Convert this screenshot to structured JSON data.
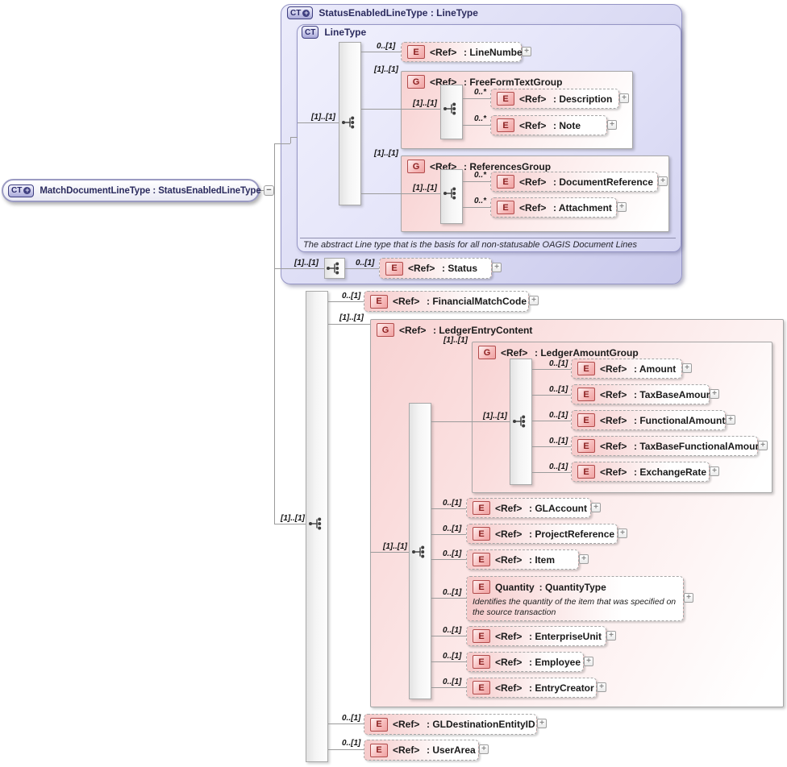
{
  "ui": {
    "plus": "+",
    "minus": "−",
    "ct_plus": "+"
  },
  "colors": {
    "element_fill": "#f6caca",
    "type_fill": "#dbdbf4",
    "element_accent": "#b24b4b",
    "type_accent": "#3f3f80",
    "connector": "#9b9b9b"
  },
  "root": {
    "badge": "CT",
    "label": "MatchDocumentLineType : StatusEnabledLineType"
  },
  "types": {
    "statusEnabledLineType": {
      "badge": "CT",
      "label": "StatusEnabledLineType : LineType"
    },
    "lineType": {
      "badge": "CT",
      "label": "LineType",
      "seq_card": "[1]..[1]",
      "annotation": "The abstract Line type that is the basis for all non-statusable OAGIS Document Lines"
    }
  },
  "compositors": {
    "statusSeq": {
      "card": "[1]..[1]"
    },
    "mainSeq": {
      "card": "[1]..[1]"
    },
    "fftgSeq": {
      "card": "[1]..[1]"
    },
    "refgSeq": {
      "card": "[1]..[1]"
    },
    "lecSeq": {
      "card": "[1]..[1]"
    },
    "lagSeq": {
      "card": "[1]..[1]"
    }
  },
  "nodes": {
    "lineNumber": {
      "card": "0..[1]",
      "badge": "E",
      "ref": "<Ref>",
      "name": ": LineNumber"
    },
    "freeFormTextGroup": {
      "card": "[1]..[1]",
      "badge": "G",
      "ref": "<Ref>",
      "name": ": FreeFormTextGroup"
    },
    "description": {
      "card": "0..*",
      "badge": "E",
      "ref": "<Ref>",
      "name": ": Description"
    },
    "note": {
      "card": "0..*",
      "badge": "E",
      "ref": "<Ref>",
      "name": ": Note"
    },
    "referencesGroup": {
      "card": "[1]..[1]",
      "badge": "G",
      "ref": "<Ref>",
      "name": ": ReferencesGroup"
    },
    "documentReference": {
      "card": "0..*",
      "badge": "E",
      "ref": "<Ref>",
      "name": ": DocumentReference"
    },
    "attachment": {
      "card": "0..*",
      "badge": "E",
      "ref": "<Ref>",
      "name": ": Attachment"
    },
    "status": {
      "card": "0..[1]",
      "badge": "E",
      "ref": "<Ref>",
      "name": ": Status"
    },
    "financialMatchCode": {
      "card": "0..[1]",
      "badge": "E",
      "ref": "<Ref>",
      "name": ": FinancialMatchCode"
    },
    "ledgerEntryContent": {
      "card": "[1]..[1]",
      "badge": "G",
      "ref": "<Ref>",
      "name": ": LedgerEntryContent"
    },
    "ledgerAmountGroup": {
      "card": "[1]..[1]",
      "badge": "G",
      "ref": "<Ref>",
      "name": ": LedgerAmountGroup"
    },
    "amount": {
      "card": "0..[1]",
      "badge": "E",
      "ref": "<Ref>",
      "name": ": Amount"
    },
    "taxBaseAmount": {
      "card": "0..[1]",
      "badge": "E",
      "ref": "<Ref>",
      "name": ": TaxBaseAmount"
    },
    "functionalAmount": {
      "card": "0..[1]",
      "badge": "E",
      "ref": "<Ref>",
      "name": ": FunctionalAmount"
    },
    "taxBaseFunctionalAmount": {
      "card": "0..[1]",
      "badge": "E",
      "ref": "<Ref>",
      "name": ": TaxBaseFunctionalAmount"
    },
    "exchangeRate": {
      "card": "0..[1]",
      "badge": "E",
      "ref": "<Ref>",
      "name": ": ExchangeRate"
    },
    "glAccount": {
      "card": "0..[1]",
      "badge": "E",
      "ref": "<Ref>",
      "name": ": GLAccount"
    },
    "projectReference": {
      "card": "0..[1]",
      "badge": "E",
      "ref": "<Ref>",
      "name": ": ProjectReference"
    },
    "item": {
      "card": "0..[1]",
      "badge": "E",
      "ref": "<Ref>",
      "name": ": Item"
    },
    "quantity": {
      "card": "0..[1]",
      "badge": "E",
      "ref": "Quantity",
      "name": ": QuantityType",
      "annotation": "Identifies the quantity of the item that was specified on the source transaction"
    },
    "enterpriseUnit": {
      "card": "0..[1]",
      "badge": "E",
      "ref": "<Ref>",
      "name": ": EnterpriseUnit"
    },
    "employee": {
      "card": "0..[1]",
      "badge": "E",
      "ref": "<Ref>",
      "name": ": Employee"
    },
    "entryCreator": {
      "card": "0..[1]",
      "badge": "E",
      "ref": "<Ref>",
      "name": ": EntryCreator"
    },
    "glDestinationEntityID": {
      "card": "0..[1]",
      "badge": "E",
      "ref": "<Ref>",
      "name": ": GLDestinationEntityID"
    },
    "userArea": {
      "card": "0..[1]",
      "badge": "E",
      "ref": "<Ref>",
      "name": ": UserArea"
    }
  }
}
